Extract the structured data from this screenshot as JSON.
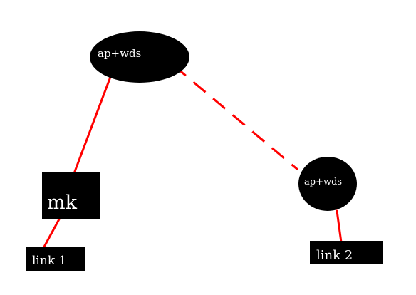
{
  "nodes": {
    "ap_top": {
      "label": "ap+wds"
    },
    "ap_right": {
      "label": "ap+wds"
    },
    "mk": {
      "label": "mk"
    },
    "link1": {
      "label": "link 1"
    },
    "link2": {
      "label": "link 2"
    }
  },
  "links": [
    {
      "from": "ap_top",
      "to": "mk",
      "style": "solid"
    },
    {
      "from": "ap_top",
      "to": "ap_right",
      "style": "dashed"
    },
    {
      "from": "mk",
      "to": "link1",
      "style": "solid"
    },
    {
      "from": "ap_right",
      "to": "link2",
      "style": "solid"
    }
  ],
  "colors": {
    "node_fill": "#000000",
    "node_text": "#ffffff",
    "link": "#ff0000",
    "background": "#ffffff"
  }
}
